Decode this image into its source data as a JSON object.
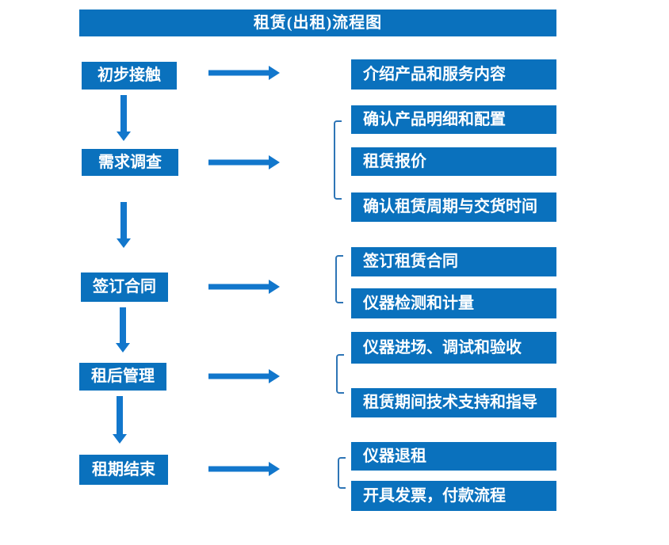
{
  "title": "租赁(出租)流程图",
  "colors": {
    "box_fill": "#0a71bd",
    "arrow_fill": "#1277cc",
    "bracket_stroke": "#2e75b6",
    "text": "#ffffff"
  },
  "steps": [
    {
      "label": "初步接触",
      "details": [
        "介绍产品和服务内容"
      ]
    },
    {
      "label": "需求调查",
      "details": [
        "确认产品明细和配置",
        "租赁报价",
        "确认租赁周期与交货时间"
      ]
    },
    {
      "label": "签订合同",
      "details": [
        "签订租赁合同",
        "仪器检测和计量"
      ]
    },
    {
      "label": "租后管理",
      "details": [
        "仪器进场、调试和验收",
        "租赁期间技术支持和指导"
      ]
    },
    {
      "label": "租期结束",
      "details": [
        "仪器退租",
        "开具发票，付款流程"
      ]
    }
  ]
}
